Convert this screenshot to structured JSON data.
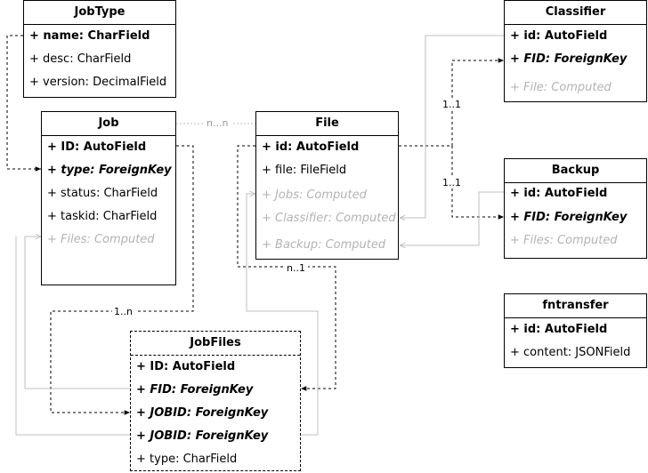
{
  "entities": {
    "jobtype": {
      "name": "JobType",
      "fields": [
        "+ name: CharField",
        "+ desc: CharField",
        "+ version: DecimalField"
      ]
    },
    "job": {
      "name": "Job",
      "fields": [
        "+ ID: AutoField",
        "+ type: ForeignKey",
        "+ status: CharField",
        "+ taskid: CharField",
        "+ Files: Computed"
      ]
    },
    "file": {
      "name": "File",
      "fields": [
        "+ id: AutoField",
        "+ file: FileField",
        "+ Jobs: Computed",
        "+ Classifier: Computed",
        "+ Backup: Computed"
      ]
    },
    "classifier": {
      "name": "Classifier",
      "fields": [
        "+ id: AutoField",
        "+ FID: ForeignKey",
        "+ File: Computed"
      ]
    },
    "backup": {
      "name": "Backup",
      "fields": [
        "+ id: AutoField",
        "+ FID: ForeignKey",
        "+ Files: Computed"
      ]
    },
    "fntransfer": {
      "name": "fntransfer",
      "fields": [
        "+ id: AutoField",
        "+ content: JSONField"
      ]
    },
    "jobfiles": {
      "name": "JobFiles",
      "fields": [
        "+ ID: AutoField",
        "+ FID: ForeignKey",
        "+ JOBID: ForeignKey",
        "+ JOBID: ForeignKey",
        "+ type: CharField"
      ]
    }
  },
  "relations": {
    "job_file": "n...n",
    "file_classifier": "1..1",
    "file_backup": "1..1",
    "file_jobfiles": "n..1",
    "job_jobfiles": "1..n"
  },
  "colors": {
    "line": "#000000",
    "computed": "#b3b3b3",
    "computed_link": "#bfbfbf"
  }
}
